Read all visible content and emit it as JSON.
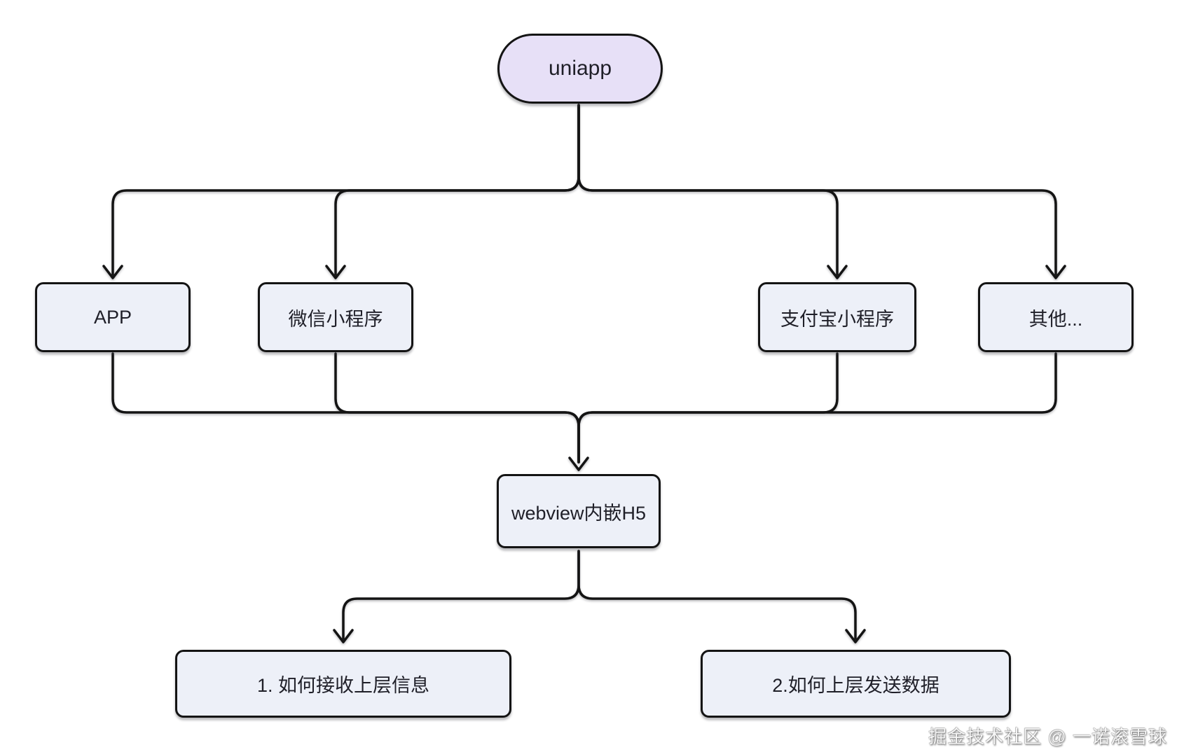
{
  "diagram": {
    "root": {
      "label": "uniapp"
    },
    "platforms": [
      {
        "id": "app",
        "label": "APP"
      },
      {
        "id": "wechat",
        "label": "微信小程序"
      },
      {
        "id": "alipay",
        "label": "支付宝小程序"
      },
      {
        "id": "other",
        "label": "其他..."
      }
    ],
    "webview": {
      "label": "webview内嵌H5"
    },
    "questions": [
      {
        "id": "q1",
        "label": "1. 如何接收上层信息"
      },
      {
        "id": "q2",
        "label": "2.如何上层发送数据"
      }
    ],
    "edges": [
      "uniapp→APP",
      "uniapp→微信小程序",
      "uniapp→支付宝小程序",
      "uniapp→其他...",
      "APP→webview内嵌H5",
      "微信小程序→webview内嵌H5",
      "支付宝小程序→webview内嵌H5",
      "其他...→webview内嵌H5",
      "webview内嵌H5→1. 如何接收上层信息",
      "webview内嵌H5→2.如何上层发送数据"
    ],
    "watermark": "掘金技术社区 @ 一诺滚雪球",
    "colors": {
      "background": "#ffffff",
      "root_fill": "#e7e0f7",
      "node_fill": "#edf0f8",
      "stroke": "#141414",
      "text": "#1f1f28",
      "watermark_text": "#f6f6f6"
    }
  }
}
